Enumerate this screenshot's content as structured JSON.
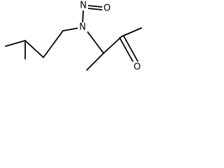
{
  "molecule": {
    "atoms": {
      "n_amine": "N",
      "n_nitroso": "N",
      "o_nitroso": "O",
      "o_ketone": "O"
    },
    "colors": {
      "bond": "#000000",
      "label": "#000000",
      "background": "#ffffff"
    }
  }
}
